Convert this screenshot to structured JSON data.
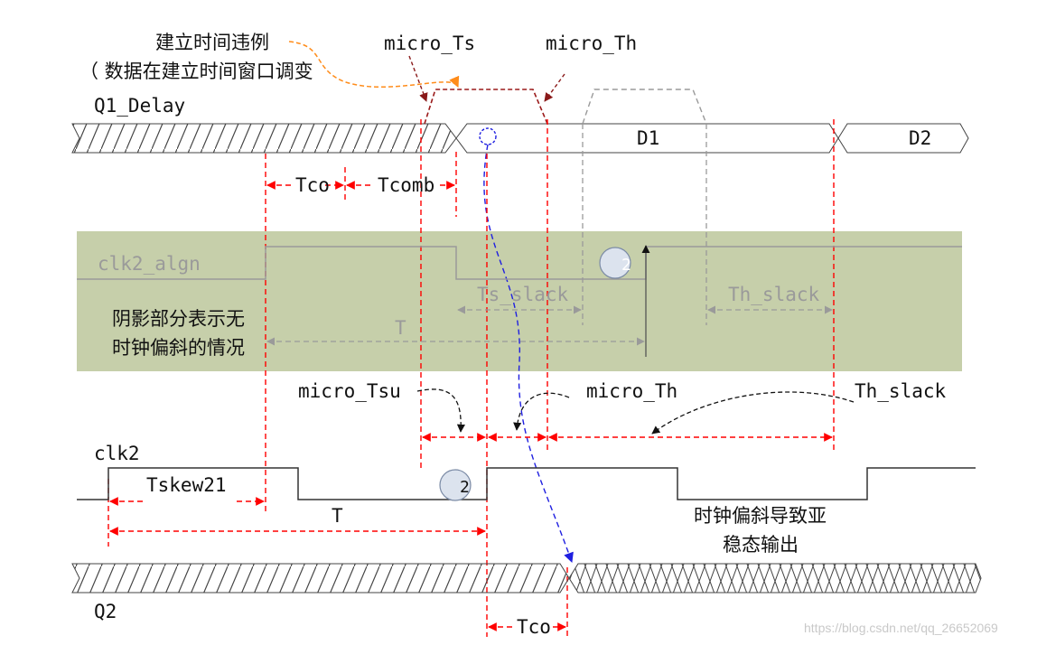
{
  "labels": {
    "setup_violation_title": "建立时间违例",
    "setup_violation_note": "（  数据在建立时间窗口调变",
    "micro_ts_top": "micro_Ts",
    "micro_th_top": "micro_Th",
    "q1_delay": "Q1_Delay",
    "d1": "D1",
    "d2": "D2",
    "tco_top": "Tco",
    "tcomb": "Tcomb",
    "clk2_algn": "clk2_algn",
    "circle_num_top": "2",
    "ts_slack": "Ts_slack",
    "th_slack_inner": "Th_slack",
    "shade_note_line1": "阴影部分表示无",
    "shade_note_line2": "时钟偏斜的情况",
    "t_period_top": "T",
    "micro_tsu": "micro_Tsu",
    "micro_th_mid": "micro_Th",
    "th_slack_right": "Th_slack",
    "clk2": "clk2",
    "circle_num_bottom": "2",
    "tskew21": "Tskew21",
    "t_period_bottom": "T",
    "meta_note_line1": "时钟偏斜导致亚",
    "meta_note_line2": "稳态输出",
    "q2": "Q2",
    "tco_bottom": "Tco",
    "watermark": "https://blog.csdn.net/qq_26652069"
  },
  "colors": {
    "shade": "#c6cfaa",
    "red_dash": "#ff0000",
    "dark_red_dash": "#9a1a1a",
    "orange_curve": "#ff8c1a",
    "blue_curve": "#1f1fe0",
    "grey": "#9a9a9a"
  }
}
